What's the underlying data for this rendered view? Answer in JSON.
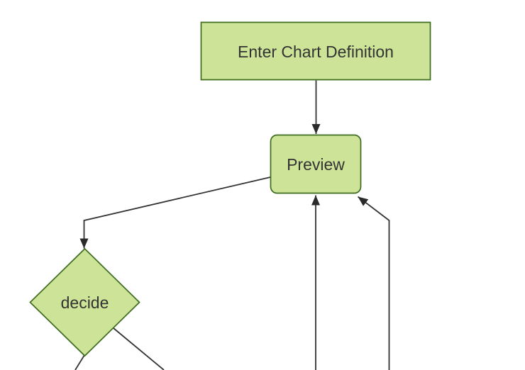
{
  "diagram": {
    "type": "flowchart",
    "direction": "top-down",
    "background": "#ffffff",
    "theme": {
      "background": "#ffffff",
      "node_fill": "#cde498",
      "node_border": "#3d6b1f",
      "edge_color": "#333333",
      "arrowhead_color": "#2b2b2b",
      "label_color": "#333333"
    },
    "nodes": [
      {
        "id": "enter-chart-definition",
        "shape": "rectangle",
        "label": "Enter Chart Definition"
      },
      {
        "id": "preview",
        "shape": "rounded-rectangle",
        "label": "Preview"
      },
      {
        "id": "decide",
        "shape": "diamond",
        "label": "decide"
      }
    ],
    "edges": [
      {
        "from": "enter-chart-definition",
        "to": "preview",
        "arrow": true
      },
      {
        "from": "preview",
        "to": "decide",
        "arrow": true
      },
      {
        "from": "offscreen-bottom",
        "to": "preview",
        "arrow": true
      },
      {
        "from": "offscreen-bottom-right",
        "to": "preview",
        "arrow": true
      },
      {
        "from": "decide",
        "to": "offscreen-bottom",
        "arrow": false
      },
      {
        "from": "decide",
        "to": "offscreen-bottom-right",
        "arrow": false
      }
    ]
  }
}
